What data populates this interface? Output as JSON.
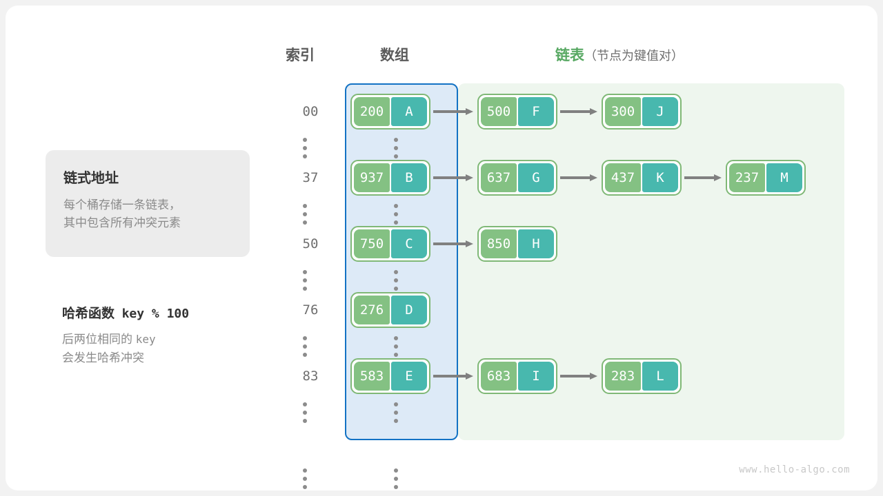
{
  "headers": {
    "index": "索引",
    "array": "数组",
    "list_main": "链表",
    "list_sub": "（节点为键值对）"
  },
  "info_box": {
    "title": "链式地址",
    "line1": "每个桶存储一条链表，",
    "line2": "其中包含所有冲突元素"
  },
  "hash_note": {
    "title_label": "哈希函数",
    "title_code": "key % 100",
    "line1": "后两位相同的 ",
    "line1_code": "key",
    "line2": "会发生哈希冲突"
  },
  "colors": {
    "array_region_fill": "#ddeaf7",
    "array_region_border": "#1272c4",
    "list_region_fill": "#eef6ee",
    "node_border": "#7fb876",
    "key_cell": "#84c183",
    "value_cell": "#48b8ae",
    "arrow": "#808080",
    "accent_green_text": "#57a862",
    "index_text": "#6f6f6f"
  },
  "rows": [
    {
      "index": "00",
      "bucket": {
        "key": "200",
        "value": "A"
      },
      "chain": [
        {
          "key": "500",
          "value": "F"
        },
        {
          "key": "300",
          "value": "J"
        }
      ]
    },
    {
      "index": "37",
      "bucket": {
        "key": "937",
        "value": "B"
      },
      "chain": [
        {
          "key": "637",
          "value": "G"
        },
        {
          "key": "437",
          "value": "K"
        },
        {
          "key": "237",
          "value": "M"
        }
      ]
    },
    {
      "index": "50",
      "bucket": {
        "key": "750",
        "value": "C"
      },
      "chain": [
        {
          "key": "850",
          "value": "H"
        }
      ]
    },
    {
      "index": "76",
      "bucket": {
        "key": "276",
        "value": "D"
      },
      "chain": []
    },
    {
      "index": "83",
      "bucket": {
        "key": "583",
        "value": "E"
      },
      "chain": [
        {
          "key": "683",
          "value": "I"
        },
        {
          "key": "283",
          "value": "L"
        }
      ]
    }
  ],
  "ellipsis_count": 6,
  "watermark": "www.hello-algo.com"
}
